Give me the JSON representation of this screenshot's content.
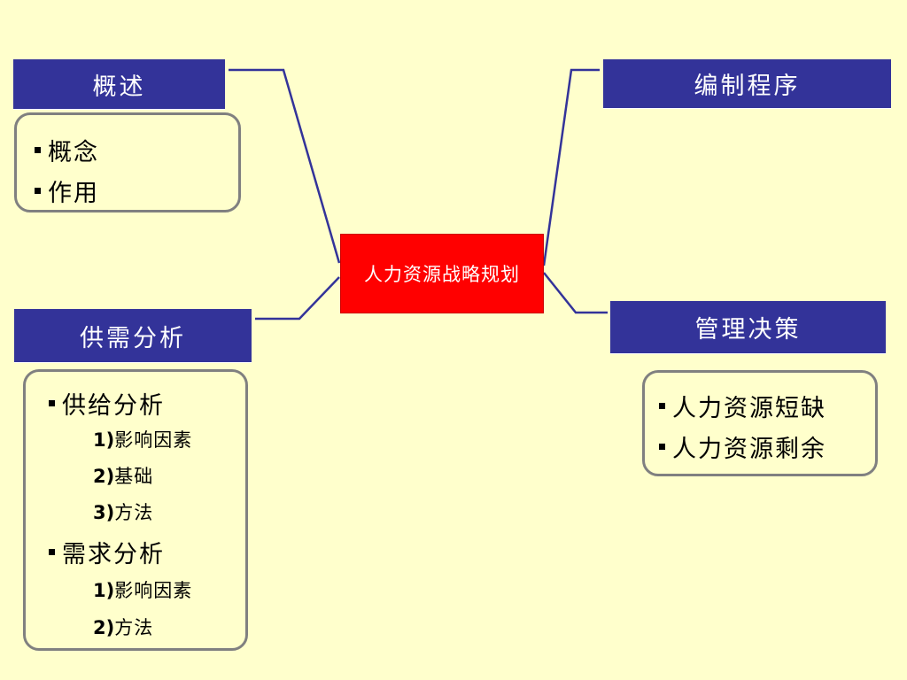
{
  "colors": {
    "background": "#FFFFCC",
    "topic_box": "#333399",
    "center_box": "#FF0000",
    "connector": "#333399",
    "detail_border": "#808080"
  },
  "center": {
    "label": "人力资源战略规划"
  },
  "overview": {
    "title": "概述",
    "items": [
      "概念",
      "作用"
    ]
  },
  "compilation": {
    "title": "编制程序"
  },
  "supply_demand": {
    "title": "供需分析",
    "groups": [
      {
        "label": "供给分析",
        "subitems": [
          {
            "num": "1)",
            "text": "影响因素"
          },
          {
            "num": "2)",
            "text": "基础"
          },
          {
            "num": "3)",
            "text": "方法"
          }
        ]
      },
      {
        "label": "需求分析",
        "subitems": [
          {
            "num": "1)",
            "text": "影响因素"
          },
          {
            "num": "2)",
            "text": "方法"
          }
        ]
      }
    ]
  },
  "decision": {
    "title": "管理决策",
    "items": [
      "人力资源短缺",
      "人力资源剩余"
    ]
  }
}
